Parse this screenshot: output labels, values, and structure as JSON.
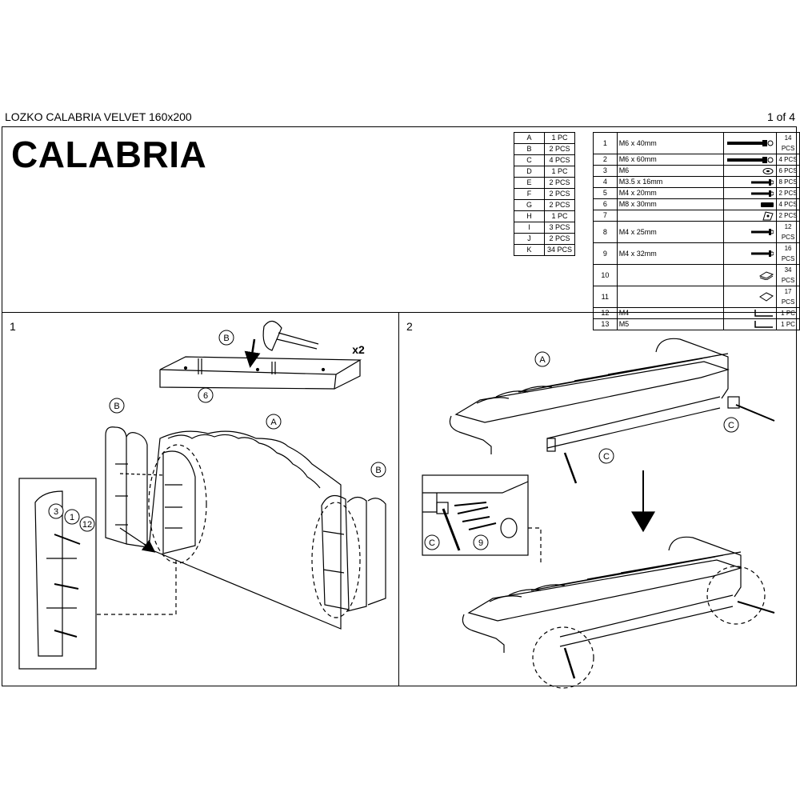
{
  "header": {
    "doc_title": "LOZKO CALABRIA VELVET 160x200",
    "page": "1 of 4"
  },
  "brand": "CALABRIA",
  "panels": {
    "step1": "1",
    "step2": "2"
  },
  "parts": [
    {
      "id": "A",
      "qty": "1 PC"
    },
    {
      "id": "B",
      "qty": "2 PCS"
    },
    {
      "id": "C",
      "qty": "4 PCS"
    },
    {
      "id": "D",
      "qty": "1 PC"
    },
    {
      "id": "E",
      "qty": "2 PCS"
    },
    {
      "id": "F",
      "qty": "2 PCS"
    },
    {
      "id": "G",
      "qty": "2 PCS"
    },
    {
      "id": "H",
      "qty": "1 PC"
    },
    {
      "id": "I",
      "qty": "3 PCS"
    },
    {
      "id": "J",
      "qty": "2 PCS"
    },
    {
      "id": "K",
      "qty": "34 PCS"
    }
  ],
  "hardware": [
    {
      "no": "1",
      "size": "M6 x 40mm",
      "qty": "14 PCS",
      "icon": "long-bolt-icon"
    },
    {
      "no": "2",
      "size": "M6 x 60mm",
      "qty": "4 PCS",
      "icon": "long-bolt-icon"
    },
    {
      "no": "3",
      "size": "M6",
      "qty": "6 PCS",
      "icon": "washer-icon"
    },
    {
      "no": "4",
      "size": "M3.5 x 16mm",
      "qty": "8 PCS",
      "icon": "screw-icon"
    },
    {
      "no": "5",
      "size": "M4 x 20mm",
      "qty": "2 PCS",
      "icon": "screw-icon"
    },
    {
      "no": "6",
      "size": "M8 x 30mm",
      "qty": "4 PCS",
      "icon": "dowel-icon"
    },
    {
      "no": "7",
      "size": "",
      "qty": "2 PCS",
      "icon": "bracket-icon"
    },
    {
      "no": "8",
      "size": "M4 x 25mm",
      "qty": "12 PCS",
      "icon": "screw-icon"
    },
    {
      "no": "9",
      "size": "M4 x 32mm",
      "qty": "16 PCS",
      "icon": "screw-icon"
    },
    {
      "no": "10",
      "size": "",
      "qty": "34 PCS",
      "icon": "clip-icon"
    },
    {
      "no": "11",
      "size": "",
      "qty": "17 PCS",
      "icon": "plate-icon"
    },
    {
      "no": "12",
      "size": "M4",
      "qty": "1 PC",
      "icon": "allen-key-icon"
    },
    {
      "no": "13",
      "size": "M5",
      "qty": "1 PC",
      "icon": "allen-key-icon"
    }
  ],
  "callouts": {
    "B": "B",
    "A": "A",
    "C": "C",
    "n6": "6",
    "n3": "3",
    "n1": "1",
    "n12": "12",
    "n9": "9",
    "x2": "x2"
  }
}
